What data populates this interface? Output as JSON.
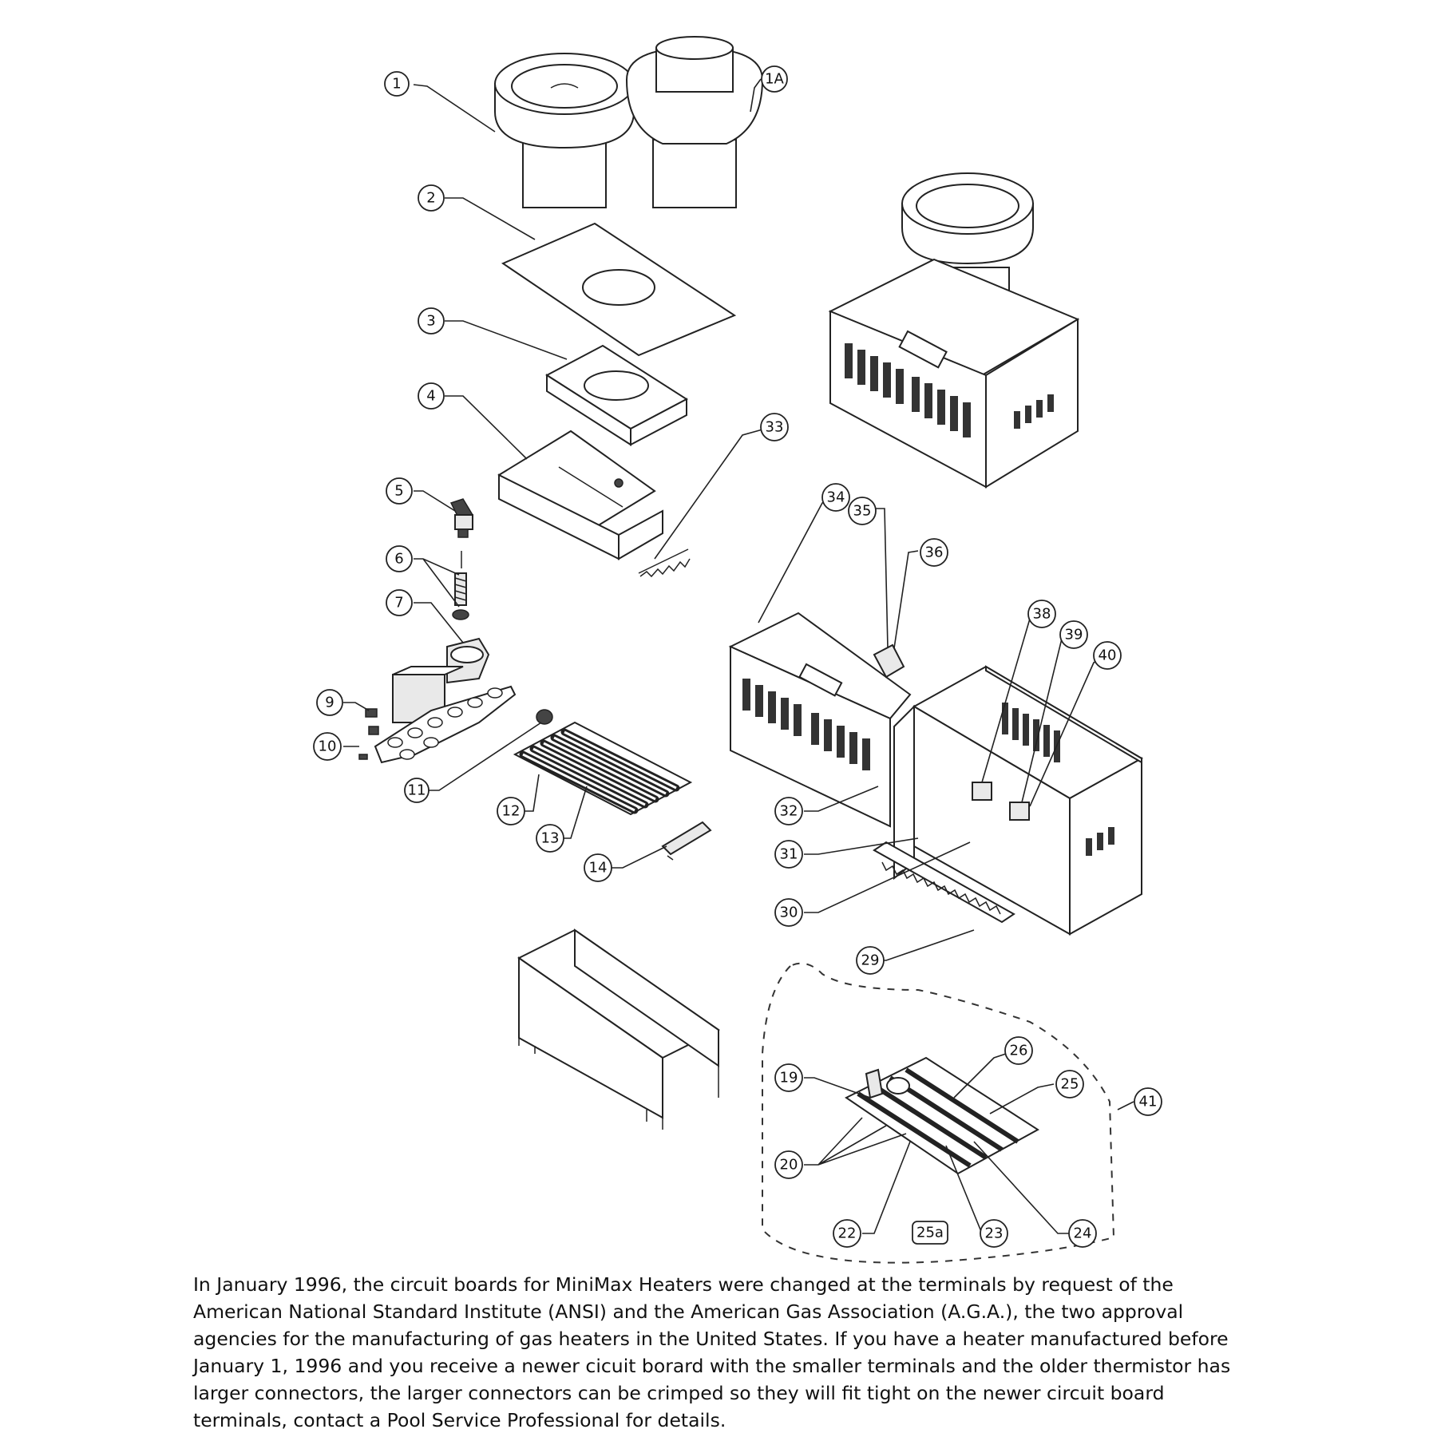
{
  "diagram": {
    "callouts": [
      {
        "id": "c1",
        "label": "1"
      },
      {
        "id": "c1a",
        "label": "1A"
      },
      {
        "id": "c2",
        "label": "2"
      },
      {
        "id": "c3",
        "label": "3"
      },
      {
        "id": "c4",
        "label": "4"
      },
      {
        "id": "c5",
        "label": "5"
      },
      {
        "id": "c6",
        "label": "6"
      },
      {
        "id": "c7",
        "label": "7"
      },
      {
        "id": "c9",
        "label": "9"
      },
      {
        "id": "c10",
        "label": "10"
      },
      {
        "id": "c11",
        "label": "11"
      },
      {
        "id": "c12",
        "label": "12"
      },
      {
        "id": "c13",
        "label": "13"
      },
      {
        "id": "c14",
        "label": "14"
      },
      {
        "id": "c19",
        "label": "19"
      },
      {
        "id": "c20",
        "label": "20"
      },
      {
        "id": "c22",
        "label": "22"
      },
      {
        "id": "c23",
        "label": "23"
      },
      {
        "id": "c24",
        "label": "24"
      },
      {
        "id": "c25",
        "label": "25"
      },
      {
        "id": "c25a",
        "label": "25a"
      },
      {
        "id": "c26",
        "label": "26"
      },
      {
        "id": "c29",
        "label": "29"
      },
      {
        "id": "c30",
        "label": "30"
      },
      {
        "id": "c31",
        "label": "31"
      },
      {
        "id": "c32",
        "label": "32"
      },
      {
        "id": "c33",
        "label": "33"
      },
      {
        "id": "c34",
        "label": "34"
      },
      {
        "id": "c35",
        "label": "35"
      },
      {
        "id": "c36",
        "label": "36"
      },
      {
        "id": "c38",
        "label": "38"
      },
      {
        "id": "c39",
        "label": "39"
      },
      {
        "id": "c40",
        "label": "40"
      },
      {
        "id": "c41",
        "label": "41"
      }
    ]
  },
  "caption": {
    "text": "In January 1996, the circuit boards for MiniMax Heaters were changed at the terminals by request of the American National Standard Institute (ANSI) and the American Gas Association (A.G.A.), the two approval agencies for the manufacturing of gas heaters in the United States. If you have a heater manufactured before January 1, 1996 and you receive a newer cicuit borard with the smaller terminals and the older thermistor has larger connectors, the larger connectors can be crimped so they will fit tight on the newer circuit board terminals, contact a Pool Service Professional for details."
  }
}
